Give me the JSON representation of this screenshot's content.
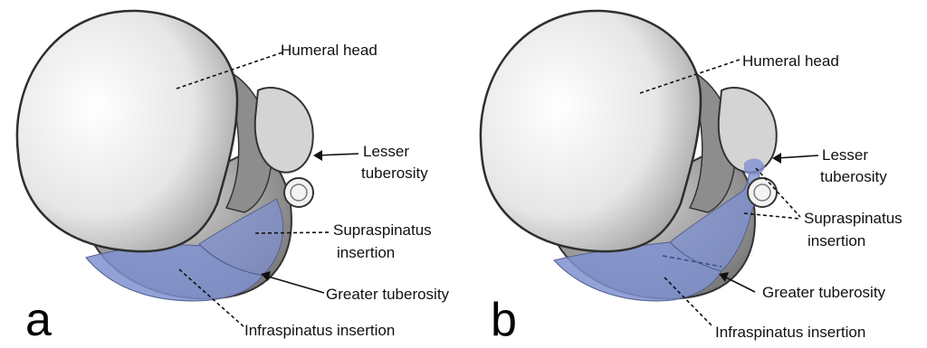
{
  "panels": [
    {
      "letter": "a",
      "labels": {
        "humeral_head": "Humeral head",
        "lesser_tuberosity_1": "Lesser",
        "lesser_tuberosity_2": "tuberosity",
        "supraspinatus_1": "Supraspinatus",
        "supraspinatus_2": "insertion",
        "greater_tuberosity": "Greater tuberosity",
        "infraspinatus": "Infraspinatus insertion"
      }
    },
    {
      "letter": "b",
      "labels": {
        "humeral_head": "Humeral head",
        "lesser_tuberosity_1": "Lesser",
        "lesser_tuberosity_2": "tuberosity",
        "supraspinatus_1": "Supraspinatus",
        "supraspinatus_2": "insertion",
        "greater_tuberosity": "Greater tuberosity",
        "infraspinatus": "Infraspinatus insertion"
      }
    }
  ],
  "colors": {
    "bone": "#e9e9e9",
    "outline": "#3a3a3a",
    "insertion": "#7f90cf"
  }
}
